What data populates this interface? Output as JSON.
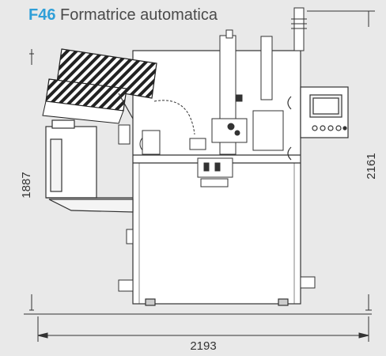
{
  "header": {
    "code": "F46",
    "name": "Formatrice automatica"
  },
  "dimensions": {
    "width": "2193",
    "height_left": "1887",
    "height_right": "2161"
  },
  "colors": {
    "background": "#e9e9e9",
    "accent": "#2f9fd8",
    "line": "#333333"
  }
}
